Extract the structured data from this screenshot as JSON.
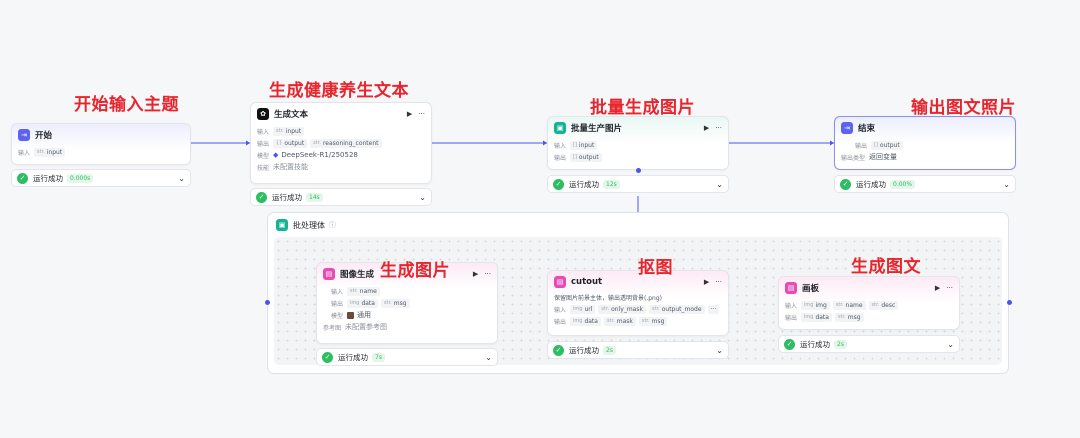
{
  "annotations": {
    "start": "开始输入主题",
    "gen_text": "生成健康养生文本",
    "batch_img": "批量生成图片",
    "output": "输出图文照片",
    "gen_img": "生成图片",
    "cutout": "抠图",
    "gen_graphic": "生成图文"
  },
  "labels": {
    "input": "输入",
    "output": "输出",
    "model": "模型",
    "skill": "技能",
    "output_type": "输出类型",
    "reference": "参考图",
    "run_success": "运行成功"
  },
  "nodes": {
    "start": {
      "title": "开始",
      "inputs": [
        {
          "type": "str.",
          "name": "input"
        }
      ],
      "time": "0.000s"
    },
    "gen_text": {
      "title": "生成文本",
      "inputs": [
        {
          "type": "str.",
          "name": "input"
        }
      ],
      "outputs": [
        {
          "type": "{}",
          "name": "output"
        },
        {
          "type": "str.",
          "name": "reasoning_content"
        }
      ],
      "model": "DeepSeek-R1/250528",
      "skill": "未配置技能",
      "time": "14s"
    },
    "batch_gen": {
      "title": "批量生产图片",
      "inputs": [
        {
          "type": "[]",
          "name": "input"
        }
      ],
      "outputs": [
        {
          "type": "[]",
          "name": "output"
        }
      ],
      "time": "12s"
    },
    "end": {
      "title": "结束",
      "outputs": [
        {
          "type": "[]",
          "name": "output"
        }
      ],
      "output_type": "返回变量",
      "time": "0.00%"
    },
    "batch": {
      "title": "批处理体"
    },
    "image_gen": {
      "title": "图像生成",
      "inputs": [
        {
          "type": "str.",
          "name": "name"
        }
      ],
      "outputs": [
        {
          "type": "img",
          "name": "data"
        },
        {
          "type": "str.",
          "name": "msg"
        }
      ],
      "model": "通用",
      "reference": "未配置参考图",
      "time": "7s"
    },
    "cutout": {
      "title": "cutout",
      "description": "保留图片前景主体，输出透明背景(.png)",
      "inputs": [
        {
          "type": "img",
          "name": "url"
        },
        {
          "type": "str.",
          "name": "only_mask"
        },
        {
          "type": "str.",
          "name": "output_mode"
        }
      ],
      "outputs": [
        {
          "type": "img",
          "name": "data"
        },
        {
          "type": "str.",
          "name": "mask"
        },
        {
          "type": "str.",
          "name": "msg"
        }
      ],
      "time": "2s"
    },
    "board": {
      "title": "画板",
      "inputs": [
        {
          "type": "img",
          "name": "img"
        },
        {
          "type": "str.",
          "name": "name"
        },
        {
          "type": "str.",
          "name": "desc"
        }
      ],
      "outputs": [
        {
          "type": "img",
          "name": "data"
        },
        {
          "type": "str.",
          "name": "msg"
        }
      ],
      "time": "2s"
    }
  },
  "colors": {
    "accent": "#4d53e8",
    "annotation": "#e8252c",
    "success": "#2dbd63"
  }
}
